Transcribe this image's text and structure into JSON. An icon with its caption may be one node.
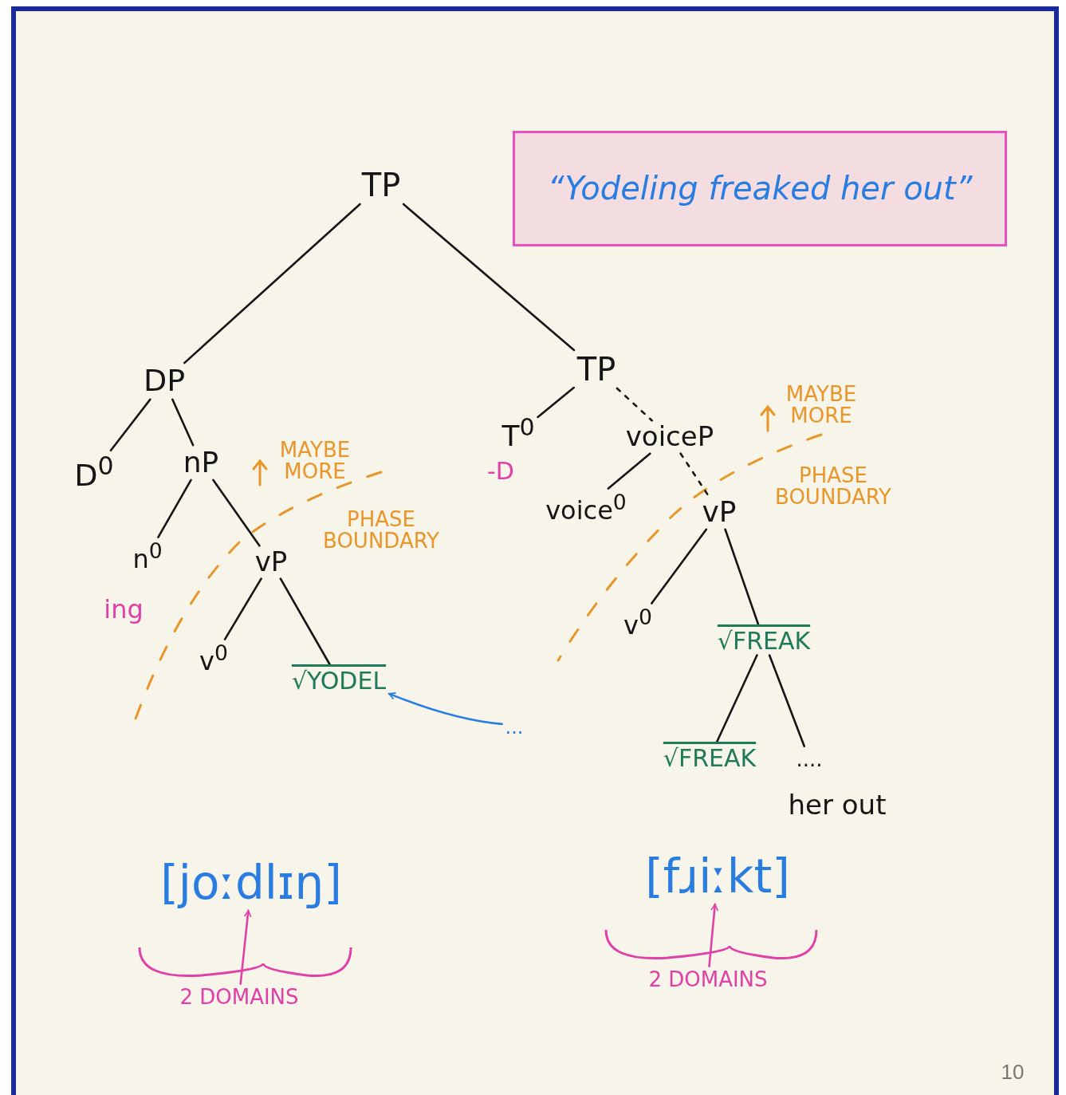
{
  "diagram": {
    "nodes": [
      {
        "text": [
          "TP"
        ]
      },
      {
        "text": [
          "DP"
        ]
      },
      {
        "text": [
          "TP"
        ]
      },
      {
        "text": [
          "D$^{0}$"
        ]
      },
      {
        "text": [
          "nP"
        ]
      },
      {
        "text": [
          "n$^{0}$"
        ],
        "beside": [
          "ing"
        ]
      },
      {
        "text": [
          "vP"
        ]
      },
      {
        "text": [
          "v$^{0}$"
        ]
      },
      {
        "text": [
          "√YODEL"
        ]
      },
      {
        "text": [
          "T$^{0}$"
        ],
        "beside": [
          "-D"
        ]
      },
      {
        "text": [
          "voiceP"
        ]
      },
      {
        "text": [
          "voice$^{0}$"
        ]
      },
      {
        "text": [
          "vP"
        ]
      },
      {
        "text": [
          "v$^{0}$"
        ]
      },
      {
        "text": [
          "√FREAK"
        ]
      },
      {
        "text": [
          "√FREAK"
        ]
      },
      {
        "text": [
          "...."
        ],
        "beside": [
          "her out"
        ]
      },
      {
        "text": [
          "“Yodeling freaked her out”"
        ]
      },
      {
        "text": [
          "[joːdlɪŋ]"
        ]
      },
      {
        "text": [
          "2 DOMAINS"
        ]
      },
      {
        "text": [
          "[fɹiːkt]"
        ]
      },
      {
        "text": [
          "2 DOMAINS"
        ]
      },
      {
        "text": [
          "..."
        ]
      }
    ],
    "edges": [
      {
        "from": 0,
        "to": 1,
        "arrow": "none"
      },
      {
        "from": 0,
        "to": 2,
        "arrow": "none"
      },
      {
        "from": 1,
        "to": 3,
        "arrow": "none"
      },
      {
        "from": 1,
        "to": 4,
        "arrow": "none"
      },
      {
        "from": 4,
        "to": 5,
        "arrow": "none"
      },
      {
        "from": 4,
        "to": 6,
        "arrow": "none"
      },
      {
        "from": 6,
        "to": 7,
        "arrow": "none"
      },
      {
        "from": 6,
        "to": 8,
        "arrow": "none"
      },
      {
        "from": 2,
        "to": 9,
        "arrow": "none"
      },
      {
        "from": 2,
        "to": 10,
        "arrow": "none",
        "style": "dashed"
      },
      {
        "from": 10,
        "to": 11,
        "arrow": "none"
      },
      {
        "from": 10,
        "to": 12,
        "arrow": "none",
        "style": "dashed"
      },
      {
        "from": 12,
        "to": 13,
        "arrow": "none"
      },
      {
        "from": 12,
        "to": 14,
        "arrow": "none"
      },
      {
        "from": 14,
        "to": 15,
        "arrow": "none"
      },
      {
        "from": 14,
        "to": 16,
        "arrow": "none"
      },
      {
        "from": 19,
        "to": 18,
        "arrow": "to",
        "color": "#e040a8"
      },
      {
        "from": 21,
        "to": 20,
        "arrow": "to",
        "color": "#e040a8"
      },
      {
        "from": 22,
        "to": 8,
        "arrow": "to",
        "color": "#2a7de0"
      }
    ],
    "labels": [
      "MAYBE MORE",
      "PHASE BOUNDARY",
      "MAYBE MORE",
      "PHASE BOUNDARY",
      "10"
    ]
  }
}
